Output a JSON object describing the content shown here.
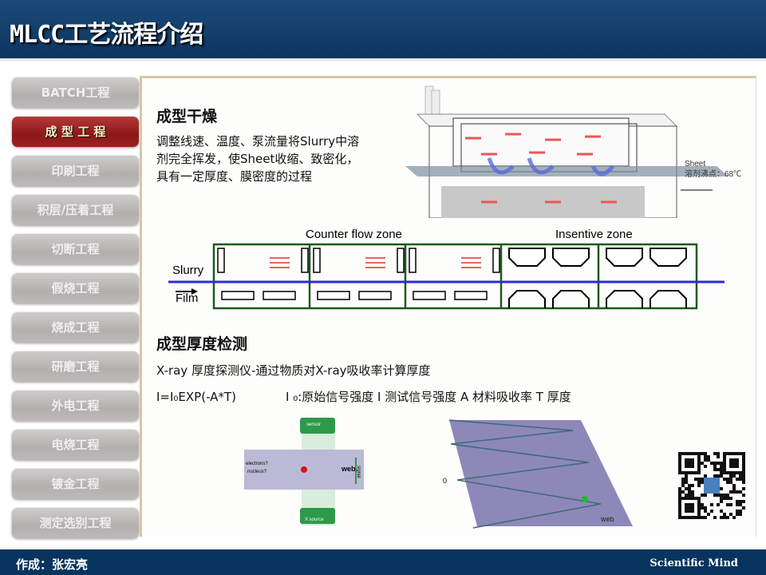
{
  "header": {
    "title": "MLCC工艺流程介绍"
  },
  "sidebar": {
    "items": [
      {
        "label": "BATCH工程"
      },
      {
        "label": "成 型 工 程",
        "active": true
      },
      {
        "label": "印刷工程"
      },
      {
        "label": "积层/压着工程"
      },
      {
        "label": "切断工程"
      },
      {
        "label": "假烧工程"
      },
      {
        "label": "烧成工程"
      },
      {
        "label": "研磨工程"
      },
      {
        "label": "外电工程"
      },
      {
        "label": "电烧工程"
      },
      {
        "label": "镀金工程"
      },
      {
        "label": "测定选别工程"
      }
    ]
  },
  "main": {
    "section1_title": "成型干燥",
    "section1_lines": [
      "调整线速、温度、泵流量将Slurry中溶",
      "剂完全挥发，使Sheet收缩、致密化，",
      "具有一定厚度、膜密度的过程"
    ],
    "dryer": {
      "sheet_label": "Sheet",
      "boiling_point": "溶剂沸点：68℃"
    },
    "zones": {
      "counter_flow": "Counter flow zone",
      "insentive": "Insentive zone",
      "slurry": "Slurry",
      "film": "Film"
    },
    "section2_title": "成型厚度检测",
    "line1": "X-ray 厚度探测仪-通过物质对X-ray吸收率计算厚度",
    "formula": "I=I₀EXP(-A*T)",
    "legend": "I ₀:原始信号强度 I 测试信号强度 A 材料吸收率 T 厚度",
    "xray": {
      "sensor": "sensor",
      "source": "X source",
      "electrons": "electrons?",
      "nucleus": "nucleus?",
      "web": "web",
      "signal": "signal"
    },
    "scan": {
      "zero": "0",
      "web": "web"
    }
  },
  "footer": {
    "author": "作成：张宏亮",
    "brand": "Scientific Mind"
  },
  "colors": {
    "header": "#0c355f",
    "active_nav": "#9a2222",
    "nav": "#bdb9b9",
    "zone_border": "#1e5a1e",
    "film_line": "#2b2bd6",
    "arrow": "#e03030"
  }
}
